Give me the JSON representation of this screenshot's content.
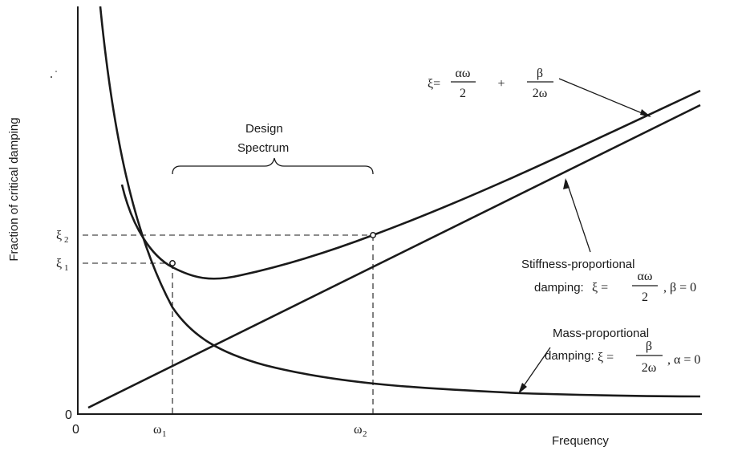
{
  "axes": {
    "y_label": "Fraction of critical damping",
    "x_label": "Frequency",
    "origin_x": "0",
    "origin_y": "0"
  },
  "ticks": {
    "omega1": "ω",
    "omega1_sub": "1",
    "omega2": "ω",
    "omega2_sub": "2",
    "xi1": "ξ",
    "xi1_sub": "1",
    "xi2": "ξ",
    "xi2_sub": "2"
  },
  "design_spectrum": {
    "line1": "Design",
    "line2": "Spectrum"
  },
  "combined_eq": {
    "lhs": "ξ=",
    "num1": "αω",
    "den1": "2",
    "plus": "+",
    "num2": "β",
    "den2": "2ω"
  },
  "stiffness_label": {
    "line1": "Stiffness-proportional",
    "line2": "damping:",
    "lhs": "ξ =",
    "num": "αω",
    "den": "2",
    "tail": ", β = 0"
  },
  "mass_label": {
    "line1": "Mass-proportional",
    "line2": "damping:",
    "lhs": "ξ =",
    "num": "β",
    "den": "2ω",
    "tail": ", α = 0"
  }
}
